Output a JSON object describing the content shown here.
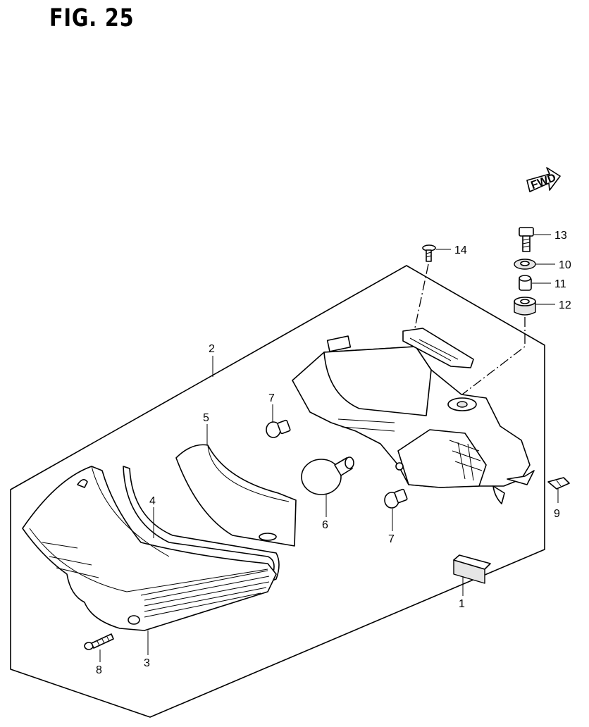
{
  "figure": {
    "title": "FIG. 25"
  },
  "fwd_badge": {
    "text": "FWD",
    "icon": "forward-arrow-icon"
  },
  "callouts": [
    {
      "id": "2",
      "label": "2"
    },
    {
      "id": "3",
      "label": "3"
    },
    {
      "id": "4",
      "label": "4"
    },
    {
      "id": "5",
      "label": "5"
    },
    {
      "id": "6",
      "label": "6"
    },
    {
      "id": "7a",
      "label": "7"
    },
    {
      "id": "7b",
      "label": "7"
    },
    {
      "id": "8",
      "label": "8"
    },
    {
      "id": "9",
      "label": "9"
    },
    {
      "id": "1",
      "label": "1"
    },
    {
      "id": "13",
      "label": "13"
    },
    {
      "id": "10",
      "label": "10"
    },
    {
      "id": "11",
      "label": "11"
    },
    {
      "id": "12",
      "label": "12"
    },
    {
      "id": "14",
      "label": "14"
    }
  ]
}
